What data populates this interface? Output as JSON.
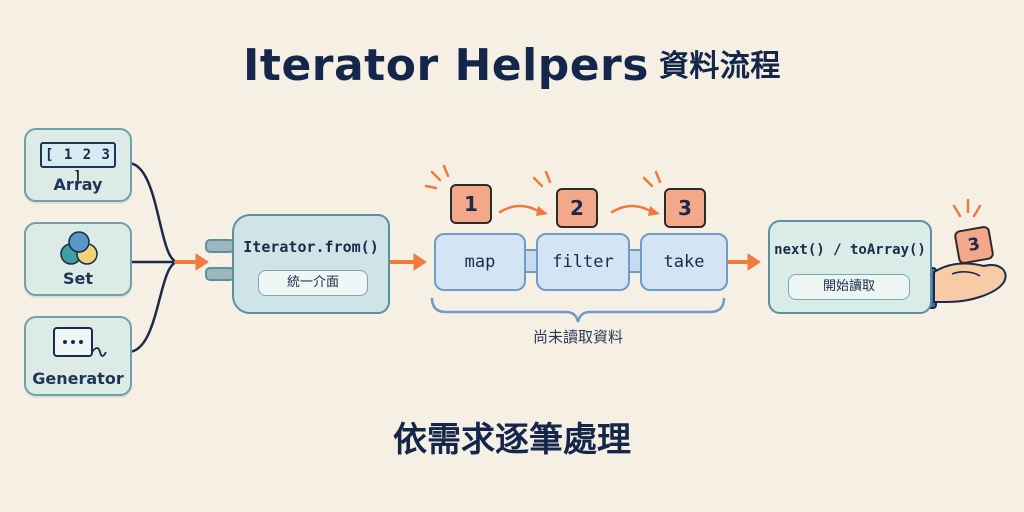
{
  "title": {
    "main": "Iterator Helpers",
    "sub": "資料流程"
  },
  "sources": [
    {
      "label": "Array",
      "chip": "[ 1 2 3 ]",
      "icon": "array-icon"
    },
    {
      "label": "Set",
      "icon": "set-circles-icon"
    },
    {
      "label": "Generator",
      "icon": "generator-window-icon"
    }
  ],
  "adapter": {
    "title": "Iterator.from()",
    "subtitle": "統一介面",
    "icon": "plug-icon"
  },
  "stages": [
    "map",
    "filter",
    "take"
  ],
  "step_numbers": [
    "1",
    "2",
    "3"
  ],
  "pipeline_caption": "尚未讀取資料",
  "consumer": {
    "title": "next() / toArray()",
    "subtitle": "開始讀取",
    "held_number": "3",
    "icon": "hand-icon"
  },
  "footer": "依需求逐筆處理",
  "colors": {
    "accent_arrow": "#ef7a3e",
    "navy": "#1b2a4a",
    "teal_box": "#dcebe6",
    "stage_blue": "#d3e5f4",
    "number_tile": "#f4a88a"
  }
}
